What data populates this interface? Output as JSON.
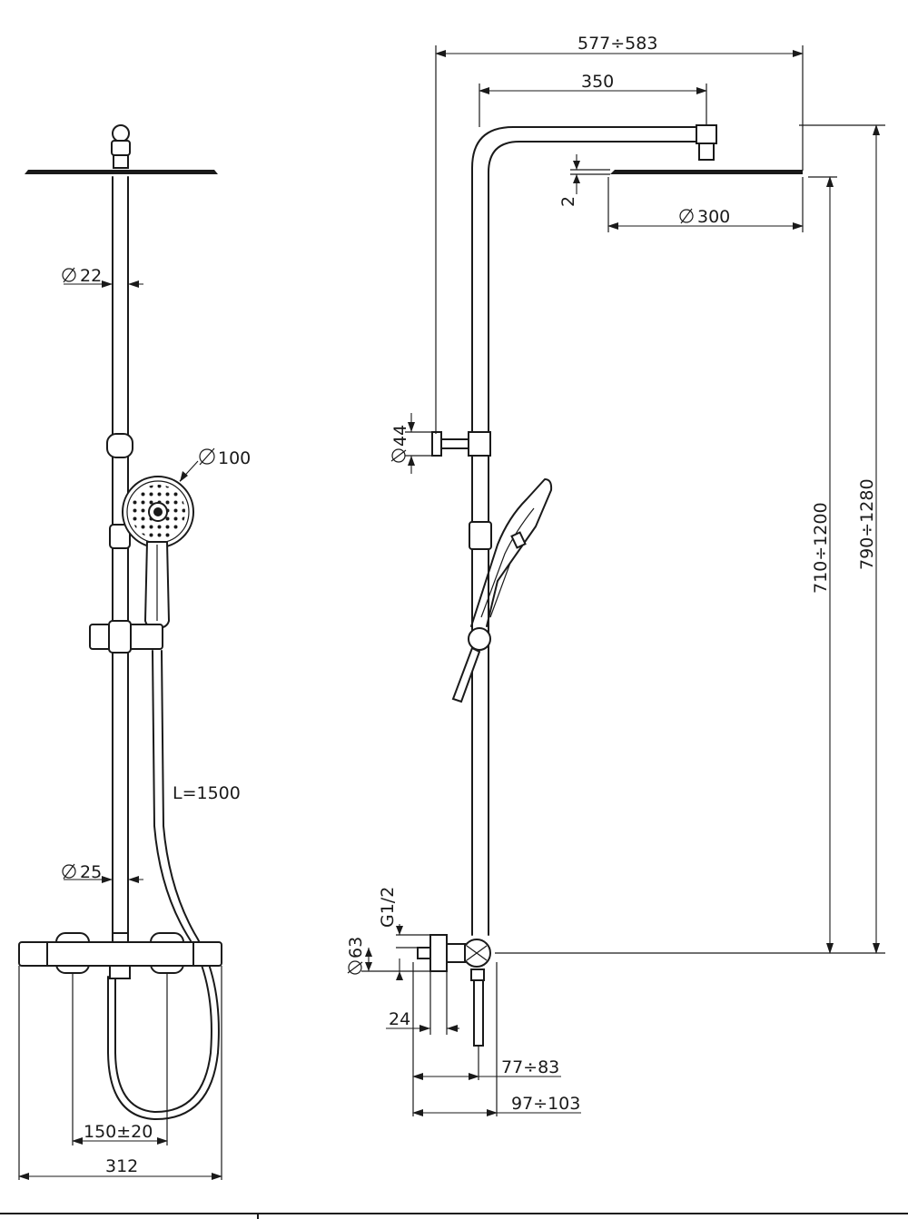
{
  "colors": {
    "line": "#1a1a1a",
    "background": "#ffffff"
  },
  "front_view": {
    "pipe_diameter": "22",
    "handshower_diameter": "100",
    "hose_length": "L=1500",
    "lower_pipe_diameter": "25",
    "inlet_spacing": "150±20",
    "mixer_width": "312"
  },
  "side_view": {
    "total_projection": "577÷583",
    "arm_length": "350",
    "head_thickness": "2",
    "head_diameter": "300",
    "bracket_diameter": "44",
    "height_head": "710÷1200",
    "height_top": "790÷1280",
    "thread": "G1/2",
    "eccentric_diameter": "63",
    "eccentric_offset": "24",
    "wall_distance_a": "77÷83",
    "wall_distance_b": "97÷103"
  }
}
